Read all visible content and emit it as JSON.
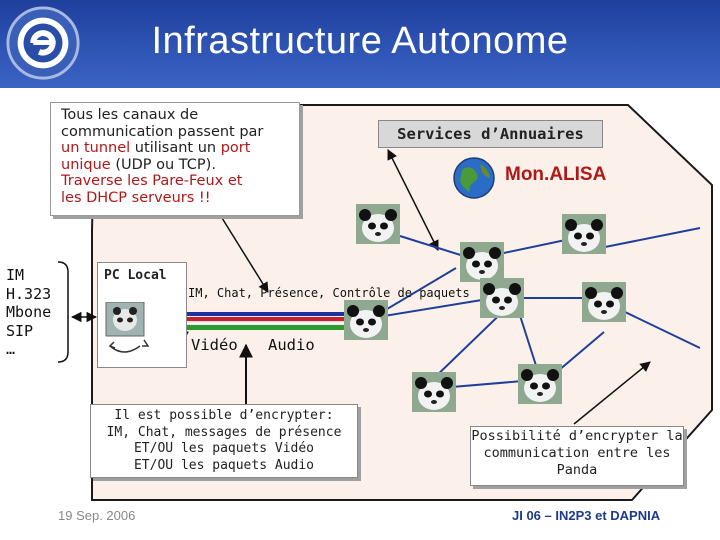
{
  "slide": {
    "title": "Infrastructure Autonome"
  },
  "intro": {
    "line1": "Tous les canaux de",
    "line2": "communication passent par",
    "tunnel": "un tunnel",
    "line3_mid": " utilisant un ",
    "port": "port",
    "unique": "unique",
    "line4_rest": " (UDP ou TCP).",
    "line5": "Traverse les Pare-Feux et",
    "line6": "les DHCP serveurs !!"
  },
  "services": {
    "label": "Services d’Annuaires",
    "monalisa": "Mon.ALISA"
  },
  "protocols": [
    "IM",
    "H.323",
    "Mbone",
    "SIP",
    "…"
  ],
  "pc_local": {
    "label": "PC Local"
  },
  "flow": {
    "label": "IM, Chat, Présence, Contrôle de paquets",
    "video": "Vidéo",
    "audio": "Audio"
  },
  "encrypt_box": {
    "line1": "Il est possible d’encrypter:",
    "line2": "IM, Chat, messages de présence",
    "line3": "ET/OU les paquets Vidéo",
    "line4": "ET/OU les paquets Audio"
  },
  "panda_box": {
    "line1": "Possibilité d’encrypter la",
    "line2": "communication entre les",
    "line3": "Panda"
  },
  "footer": {
    "date": "19 Sep. 2006",
    "event": "JI 06 – IN2P3 et DAPNIA"
  },
  "colors": {
    "header": "#2e54b4",
    "octagon_fill": "#fbf1ea",
    "accent_red": "#b01818",
    "video_stream": "#c8202a",
    "audio_stream": "#2e9a2e",
    "control_stream": "#2030a0"
  }
}
